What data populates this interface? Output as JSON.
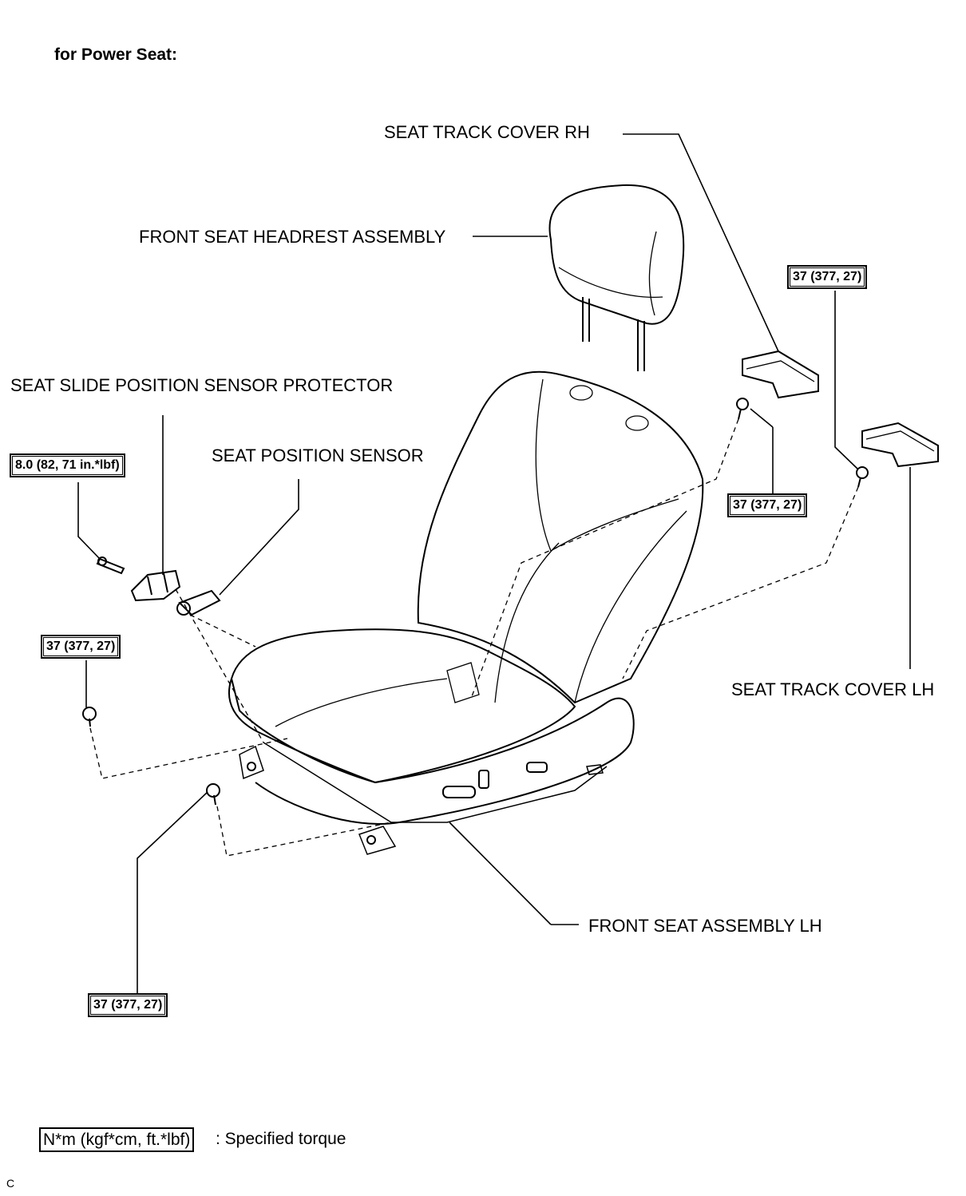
{
  "heading": "for Power Seat:",
  "labels": {
    "seat_track_cover_rh": "SEAT TRACK COVER RH",
    "front_seat_headrest_assembly": "FRONT SEAT HEADREST ASSEMBLY",
    "seat_slide_position_sensor_protector": "SEAT SLIDE POSITION SENSOR PROTECTOR",
    "seat_position_sensor": "SEAT POSITION SENSOR",
    "seat_track_cover_lh": "SEAT TRACK COVER LH",
    "front_seat_assembly_lh": "FRONT SEAT ASSEMBLY LH"
  },
  "torques": {
    "sensor_protector_bolt": "8.0 (82, 71 in.*lbf)",
    "track_cover_rh_bolt": "37 (377, 27)",
    "track_cover_lh_bolt": "37 (377, 27)",
    "rear_left_bolt": "37 (377, 27)",
    "front_left_bolt": "37 (377, 27)"
  },
  "legend": {
    "unit_box": "N*m (kgf*cm, ft.*lbf)",
    "description": ": Specified torque"
  },
  "figure_code": "C"
}
